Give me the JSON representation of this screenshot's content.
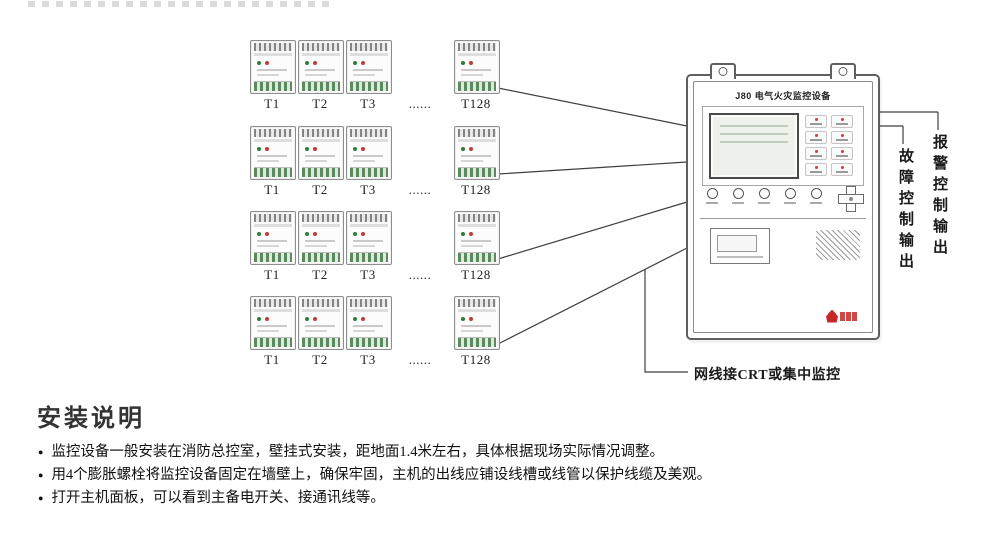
{
  "diagram": {
    "rows": [
      {
        "labels": [
          "T1",
          "T2",
          "T3",
          "......",
          "T128"
        ]
      },
      {
        "labels": [
          "T1",
          "T2",
          "T3",
          "......",
          "T128"
        ]
      },
      {
        "labels": [
          "T1",
          "T2",
          "T3",
          "......",
          "T128"
        ]
      },
      {
        "labels": [
          "T1",
          "T2",
          "T3",
          "......",
          "T128"
        ]
      }
    ],
    "panel": {
      "title": "J80 电气火灾监控设备"
    },
    "fault_output_label": "故障控制输出",
    "alarm_output_label": "报警控制输出",
    "network_label": "网线接CRT或集中监控",
    "wire_color": "#3f3f3f",
    "logo_color": "#c62828"
  },
  "section": {
    "heading": "安装说明",
    "bullet_char": "●",
    "bullets": [
      "监控设备一般安装在消防总控室，壁挂式安装，距地面1.4米左右，具体根据现场实际情况调整。",
      "用4个膨胀螺栓将监控设备固定在墙壁上，确保牢固，主机的出线应铺设线槽或线管以保护线缆及美观。",
      "打开主机面板，可以看到主备电开关、接通讯线等。"
    ]
  }
}
